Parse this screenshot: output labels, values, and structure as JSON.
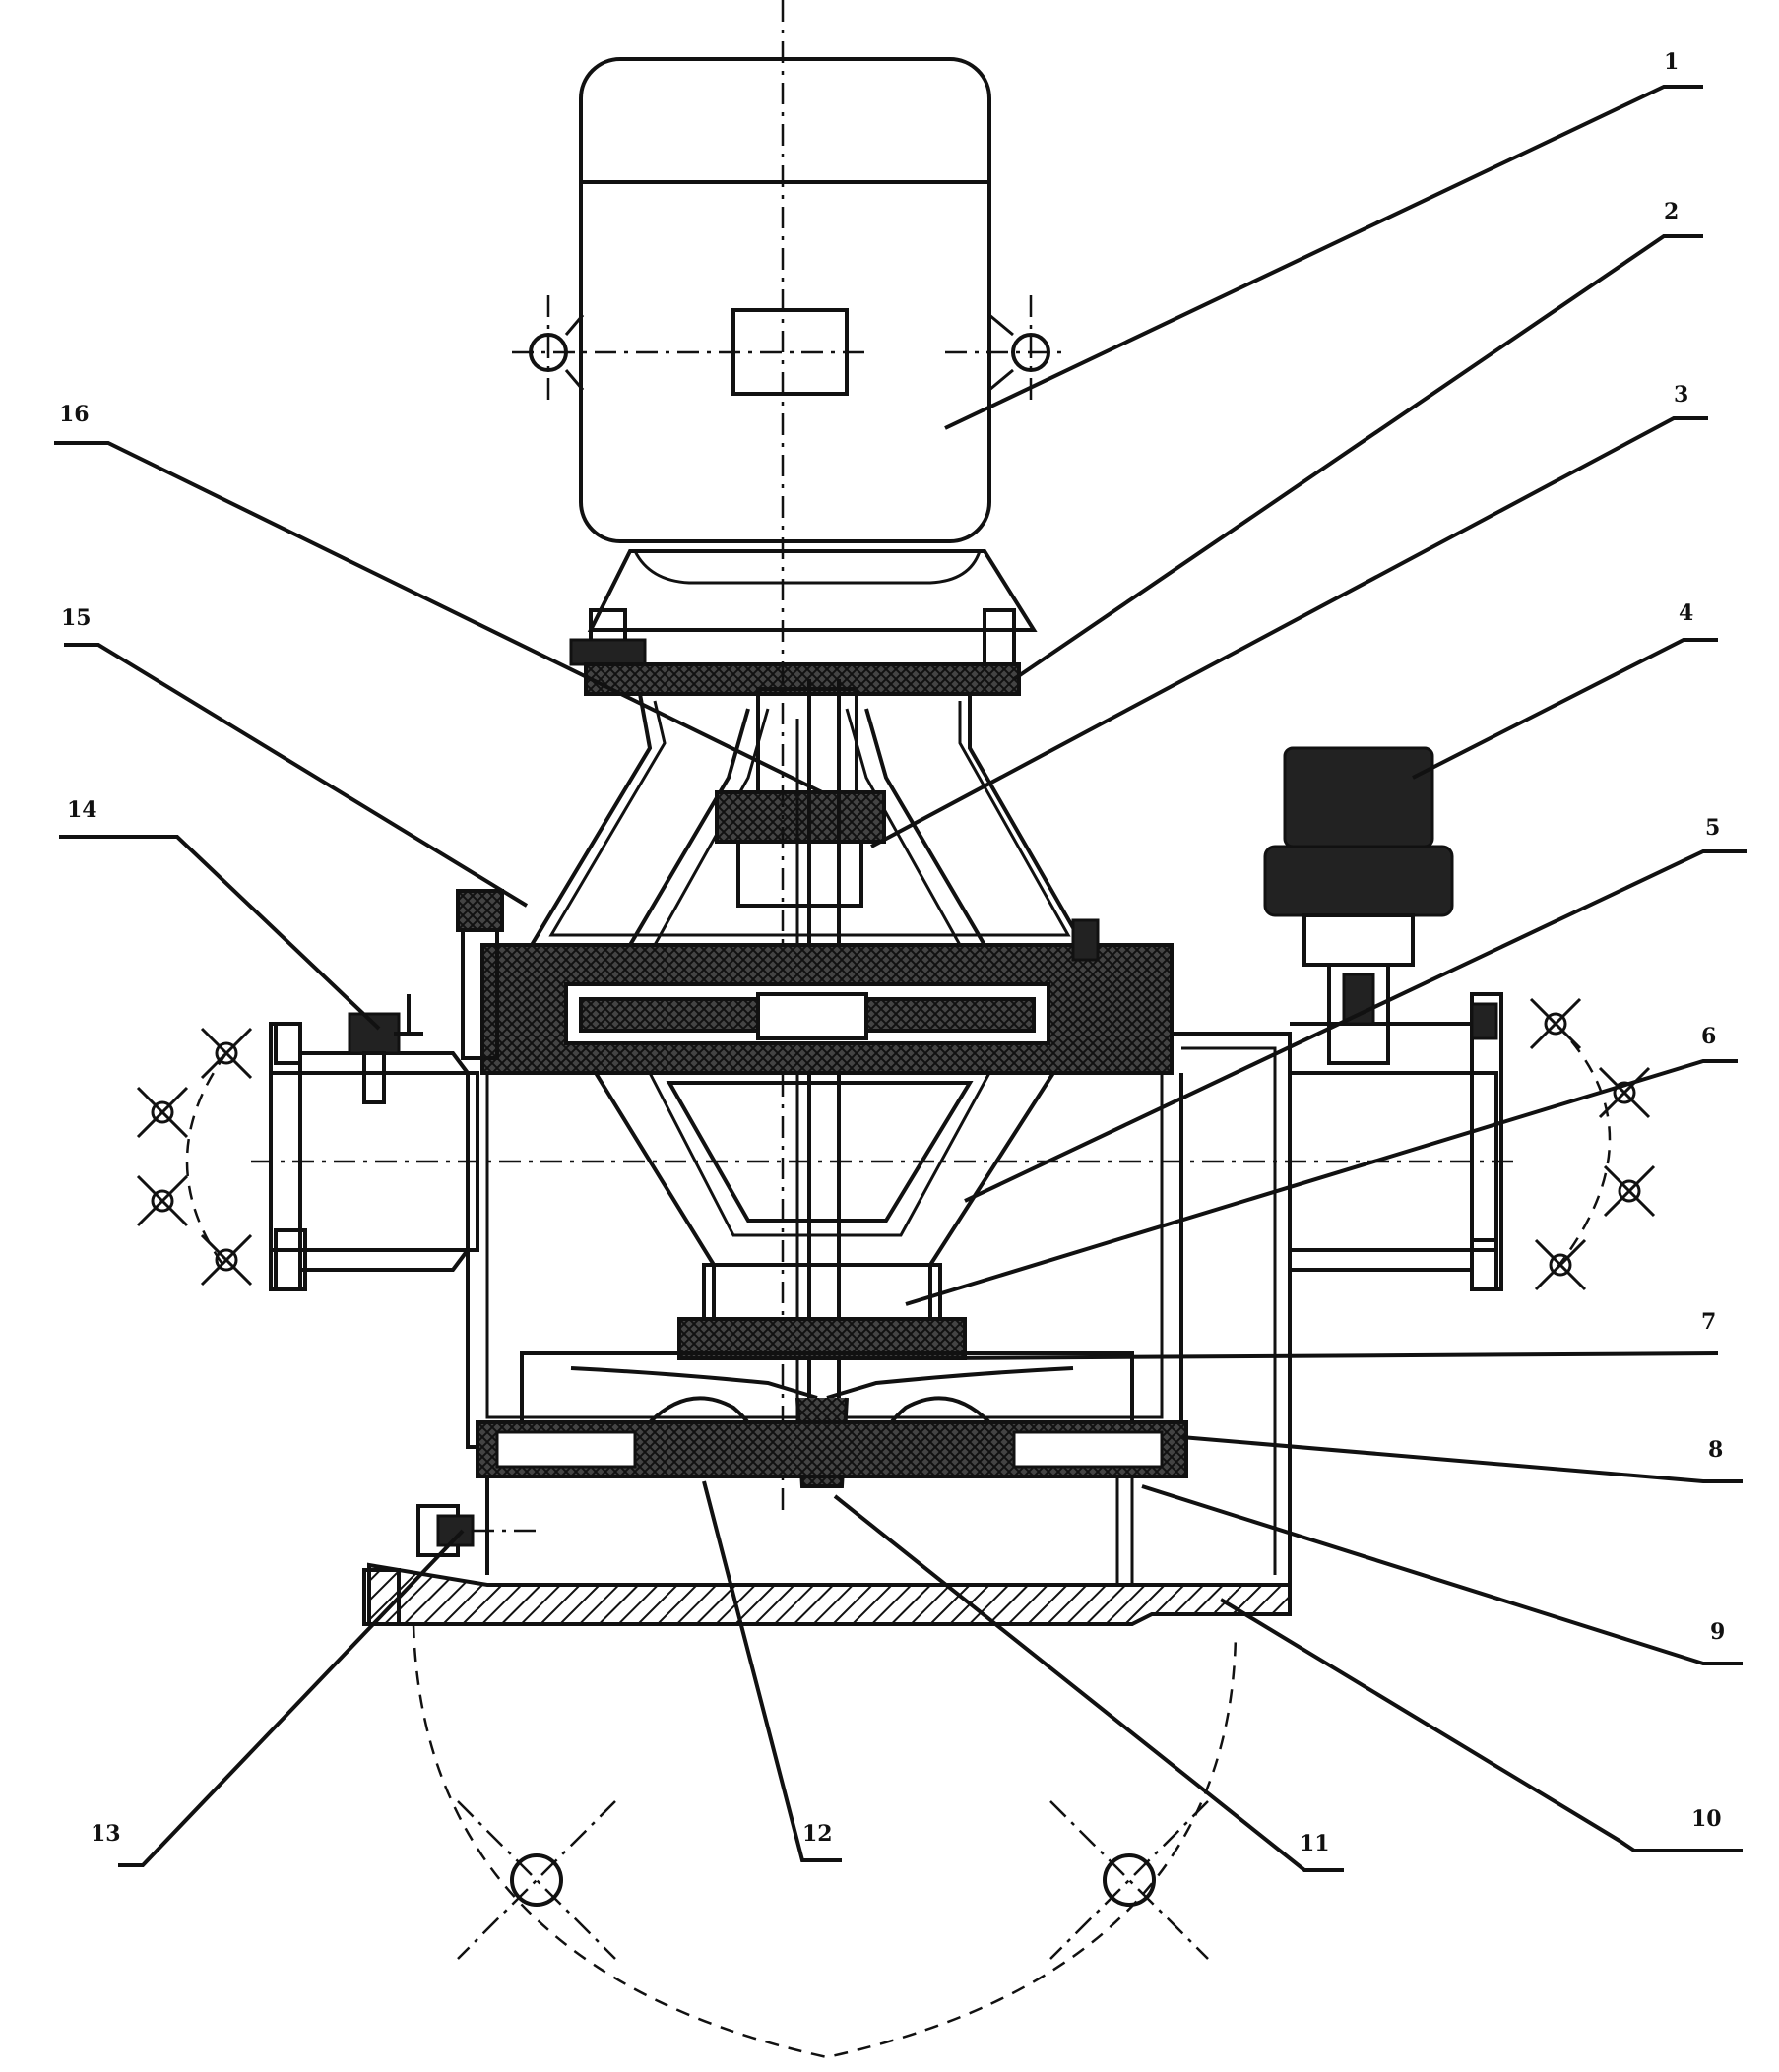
{
  "callouts": [
    {
      "text": "1"
    },
    {
      "text": "2"
    },
    {
      "text": "3"
    },
    {
      "text": "4"
    },
    {
      "text": "5"
    },
    {
      "text": "6"
    },
    {
      "text": "7"
    },
    {
      "text": "8"
    },
    {
      "text": "9"
    },
    {
      "text": "10"
    },
    {
      "text": "11"
    },
    {
      "text": "12"
    },
    {
      "text": "13"
    },
    {
      "text": "14"
    },
    {
      "text": "15"
    },
    {
      "text": "16"
    }
  ]
}
